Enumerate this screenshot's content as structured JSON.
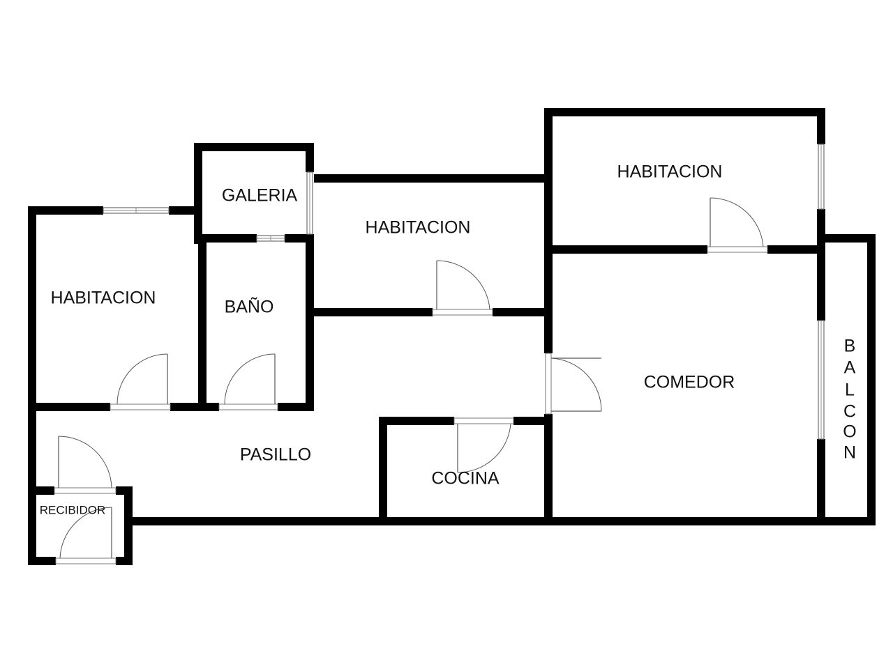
{
  "floor_plan": {
    "colors": {
      "wall": "#000000",
      "background": "#ffffff",
      "fixture_line": "#555555"
    },
    "rooms": {
      "habitacion_left": "HABITACION",
      "galeria": "GALERIA",
      "habitacion_center": "HABITACION",
      "habitacion_right": "HABITACION",
      "bano": "BAÑO",
      "comedor": "COMEDOR",
      "pasillo": "PASILLO",
      "cocina": "COCINA",
      "recibidor": "RECIBIDOR",
      "balcon": [
        "B",
        "A",
        "L",
        "C",
        "O",
        "N"
      ]
    }
  }
}
